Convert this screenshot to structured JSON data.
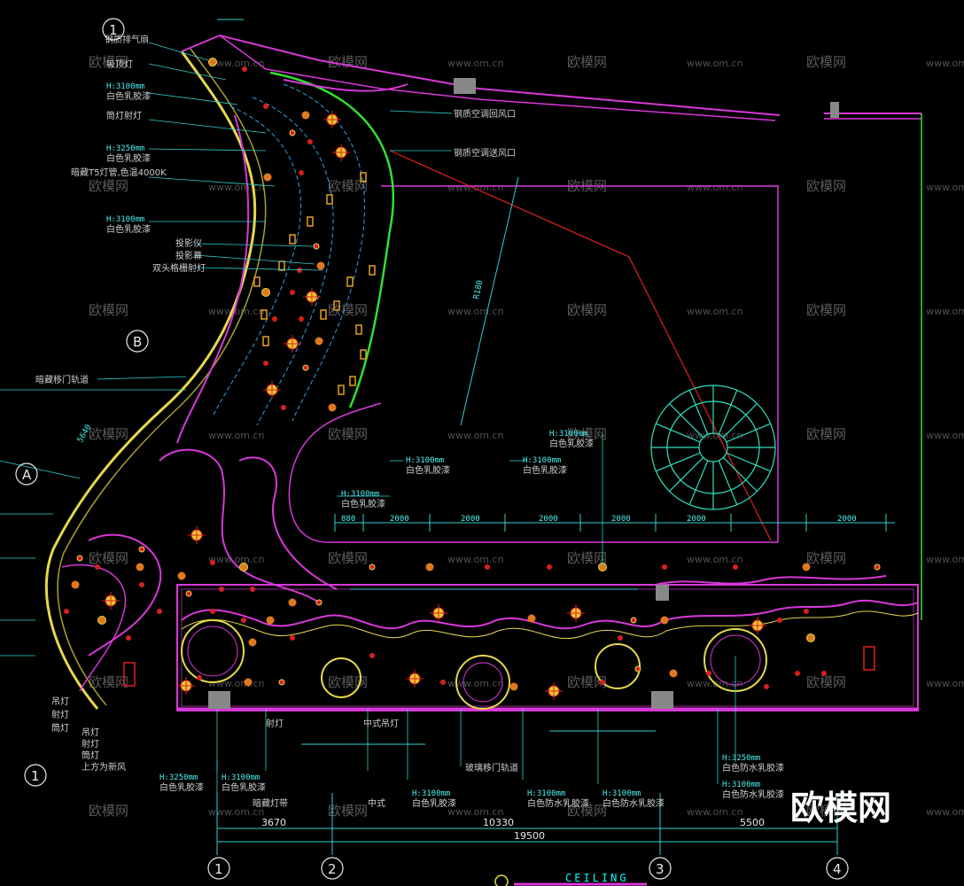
{
  "drawing": {
    "caption": "CEILING",
    "grid_bubbles": [
      "1",
      "2",
      "3",
      "4",
      "1",
      "A",
      "B",
      "1"
    ],
    "overall_dimension": "19500",
    "segment_dimensions": [
      "3670",
      "10330",
      "5500"
    ],
    "top_dimensions": [
      "880",
      "2000",
      "2000",
      "2000",
      "2000",
      "2000",
      "2000"
    ],
    "radius_label": "R180",
    "diagonal_dimension": "5640"
  },
  "annotations": {
    "left": [
      "钢质排气扇",
      "吸顶灯",
      "H:3100mm",
      "白色乳胶漆",
      "筒灯射灯",
      "H:3250mm",
      "白色乳胶漆",
      "暗藏T5灯管,色温4000K",
      "H:3100mm",
      "白色乳胶漆",
      "投影仪",
      "投影幕",
      "双头格栅射灯",
      "暗藏移门轨道"
    ],
    "top": [
      "钢质空调回风口",
      "钢质空调送风口"
    ],
    "center": [
      "H:3100mm",
      "白色乳胶漆",
      "H:3100mm",
      "白色乳胶漆",
      "H:3100mm",
      "白色乳胶漆",
      "H:3100mm",
      "白色乳胶漆"
    ],
    "bottom": [
      "吊灯",
      "射灯",
      "筒灯",
      "射灯",
      "中式吊灯",
      "H:3250mm",
      "白色乳胶漆",
      "H:3100mm",
      "白色乳胶漆",
      "暗藏灯带",
      "中式",
      "H:3100mm",
      "白色乳胶漆",
      "玻璃移门轨道",
      "H:3100mm",
      "白色防水乳胶漆",
      "H:3100mm",
      "白色防水乳胶漆",
      "H:3250mm",
      "白色防水乳胶漆",
      "H:3100mm",
      "白色防水乳胶漆"
    ],
    "bottom_left": [
      "吊灯",
      "射灯",
      "筒灯",
      "上方为新风"
    ]
  },
  "watermark": {
    "text": "欧模网",
    "url": "www.om.cn",
    "logo": "欧模网"
  }
}
